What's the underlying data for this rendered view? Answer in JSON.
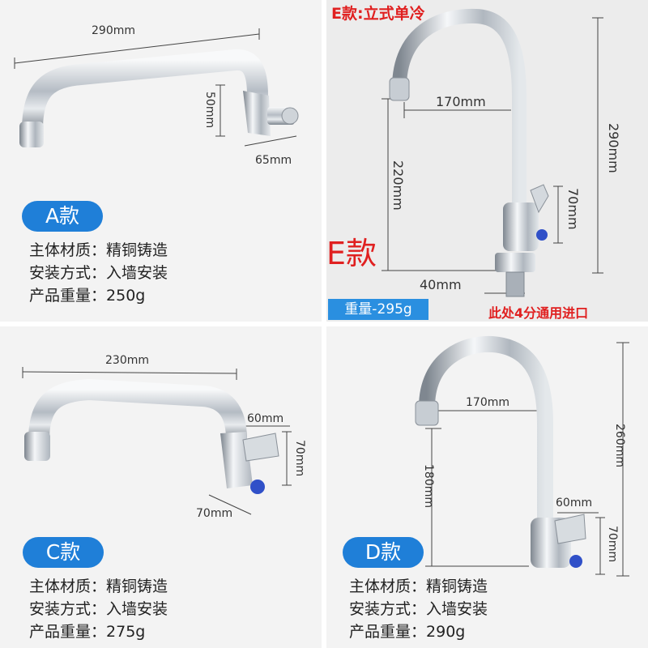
{
  "colors": {
    "accent_blue": "#1f7fd8",
    "highlight_red": "#e02020",
    "chrome": "#bfc5cc"
  },
  "panel_a": {
    "badge": "A款",
    "dims": {
      "length": "290mm",
      "height": "50mm",
      "depth": "65mm"
    },
    "specs": [
      {
        "label": "主体材质：",
        "value": "精铜铸造"
      },
      {
        "label": "安装方式：",
        "value": "入墙安装"
      },
      {
        "label": "产品重量：",
        "value": "250g"
      }
    ]
  },
  "panel_e": {
    "title": "E款:立式单冷",
    "big_label": "E款",
    "dims": {
      "reach": "170mm",
      "total_height": "290mm",
      "spout_height": "220mm",
      "handle_height": "70mm",
      "base": "40mm"
    },
    "weight": "重量-295g",
    "port_note": "此处4分通用进口"
  },
  "panel_c": {
    "badge": "C款",
    "dims": {
      "length": "230mm",
      "handle_width": "60mm",
      "height": "70mm",
      "depth": "70mm"
    },
    "specs": [
      {
        "label": "主体材质：",
        "value": "精铜铸造"
      },
      {
        "label": "安装方式：",
        "value": "入墙安装"
      },
      {
        "label": "产品重量：",
        "value": "275g"
      }
    ]
  },
  "panel_d": {
    "badge": "D款",
    "dims": {
      "reach": "170mm",
      "total_height": "260mm",
      "spout_height": "180mm",
      "handle_width": "60mm",
      "handle_height": "70mm"
    },
    "specs": [
      {
        "label": "主体材质：",
        "value": "精铜铸造"
      },
      {
        "label": "安装方式：",
        "value": "入墙安装"
      },
      {
        "label": "产品重量：",
        "value": "290g"
      }
    ]
  }
}
